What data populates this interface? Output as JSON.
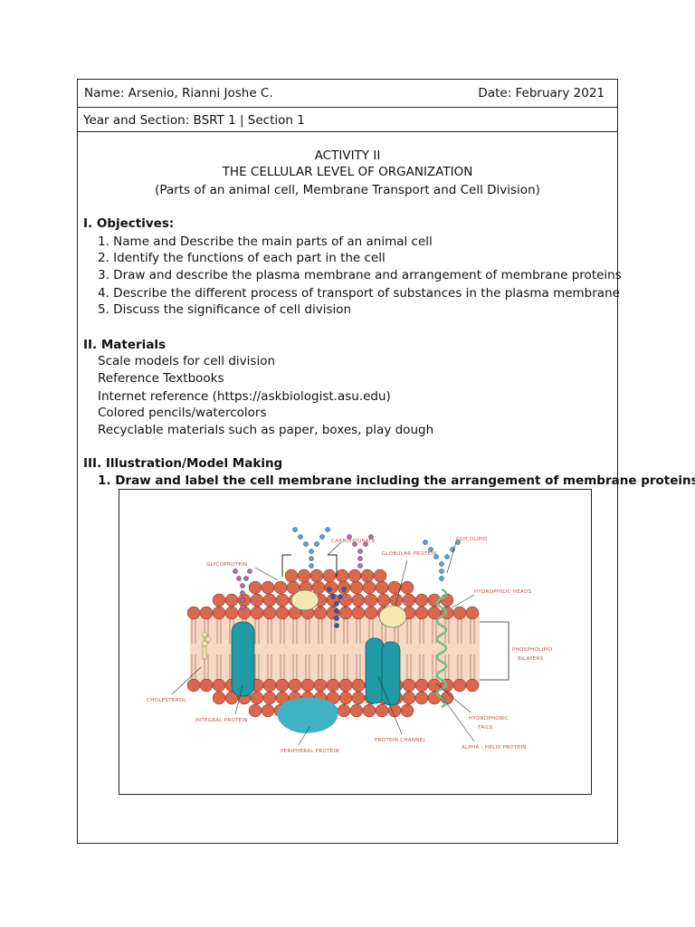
{
  "header": {
    "name": "Name: Arsenio, Rianni Joshe C.",
    "date": "Date: February 2021",
    "year_section": "Year and Section: BSRT 1 | Section 1"
  },
  "title": {
    "activity": "ACTIVITY II",
    "main": "THE CELLULAR LEVEL OF ORGANIZATION",
    "sub": "(Parts of an animal cell, Membrane Transport and Cell Division)"
  },
  "objectives": {
    "heading": "I. Objectives:",
    "items": [
      "1. Name and Describe the main parts of an animal cell",
      "2. Identify the functions of each part in the cell",
      "3. Draw and describe the plasma membrane and arrangement of membrane proteins",
      "4. Describe the different process of transport of substances in the plasma membrane",
      "5. Discuss the significance of cell division"
    ]
  },
  "materials": {
    "heading": "II. Materials",
    "items": [
      "Scale models for cell division",
      "Reference Textbooks",
      "Internet reference (https://askbiologist.asu.edu)",
      "Colored pencils/watercolors",
      "Recyclable materials such as paper, boxes, play dough"
    ]
  },
  "illustration": {
    "heading": "III. Illustration/Model Making",
    "task": "1. Draw and label the cell membrane including the arrangement of membrane proteins"
  },
  "diagram_labels": {
    "carbohydrate": "CARBOHYDRATE",
    "glycoprotein": "GLYCOPROTEIN",
    "globular_protein": "GLOBULAR PROTEIN",
    "glycolipid": "GLYCOLIPID",
    "hydrophilic_heads": "HYDROPHILIC HEADS",
    "phospholipid_bilayers_1": "PHOSPHOLIPID",
    "phospholipid_bilayers_2": "BILAYERS",
    "cholesterol": "CHOLESTEROL",
    "integral_protein": "INTEGRAL PROTEIN",
    "peripheral_protein": "PERIPHERAL PROTEIN",
    "protein_channel": "PROTEIN CHANNEL",
    "hydrophobic_tails_1": "HYDROPHOBIC",
    "hydrophobic_tails_2": "TAILS",
    "alpha_helix_protein": "ALPHA - HELIX PROTEIN"
  },
  "colors": {
    "head": "#d9684f",
    "integral_protein": "#1f9aa6",
    "peripheral_protein": "#3fb2c4",
    "globular_protein": "#f2e8b0",
    "glycolipid": "#5aa0d8",
    "glycoprotein": "#b36aa8",
    "alpha_helix": "#6cc08a"
  }
}
